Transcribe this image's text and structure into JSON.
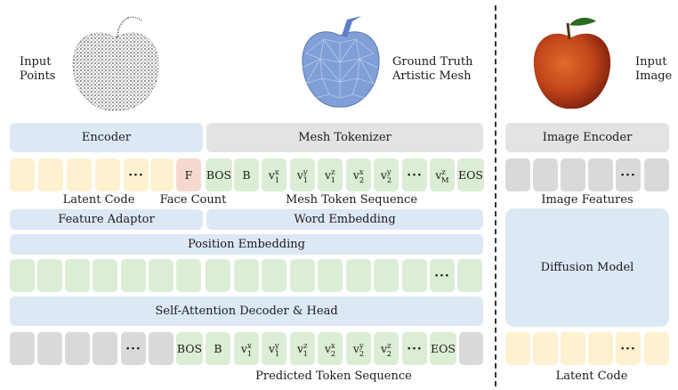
{
  "labels": {
    "input_points": "Input\nPoints",
    "ground_truth": "Ground Truth\nArtistic Mesh",
    "input_image": "Input\nImage",
    "latent_code": "Latent Code",
    "face_count": "Face Count",
    "mesh_token_sequence": "Mesh Token Sequence",
    "image_features": "Image Features",
    "predicted_token_sequence": "Predicted Token Sequence",
    "latent_code_right": "Latent Code"
  },
  "blocks": {
    "encoder": "Encoder",
    "mesh_tokenizer": "Mesh Tokenizer",
    "image_encoder": "Image Encoder",
    "feature_adaptor": "Feature Adaptor",
    "word_embedding": "Word Embedding",
    "position_embedding": "Position Embedding",
    "decoder": "Self-Attention Decoder & Head",
    "diffusion_model": "Diffusion Model"
  },
  "tokens": {
    "ellipsis": "···",
    "face_token": "F",
    "bos": "BOS",
    "b": "B",
    "eos": "EOS",
    "v": "v",
    "sup_x": "x",
    "sup_y": "y",
    "sup_z": "z",
    "sub_1": "1",
    "sub_2": "2",
    "sub_m": "M"
  },
  "colors": {
    "blue_block": "#dde8f5",
    "gray_block": "#e3e3e3",
    "yellow_cell": "#fdf1d0",
    "green_cell": "#dcedd5",
    "gray_cell": "#d9d9d9",
    "pink_cell": "#f7d8cf"
  }
}
